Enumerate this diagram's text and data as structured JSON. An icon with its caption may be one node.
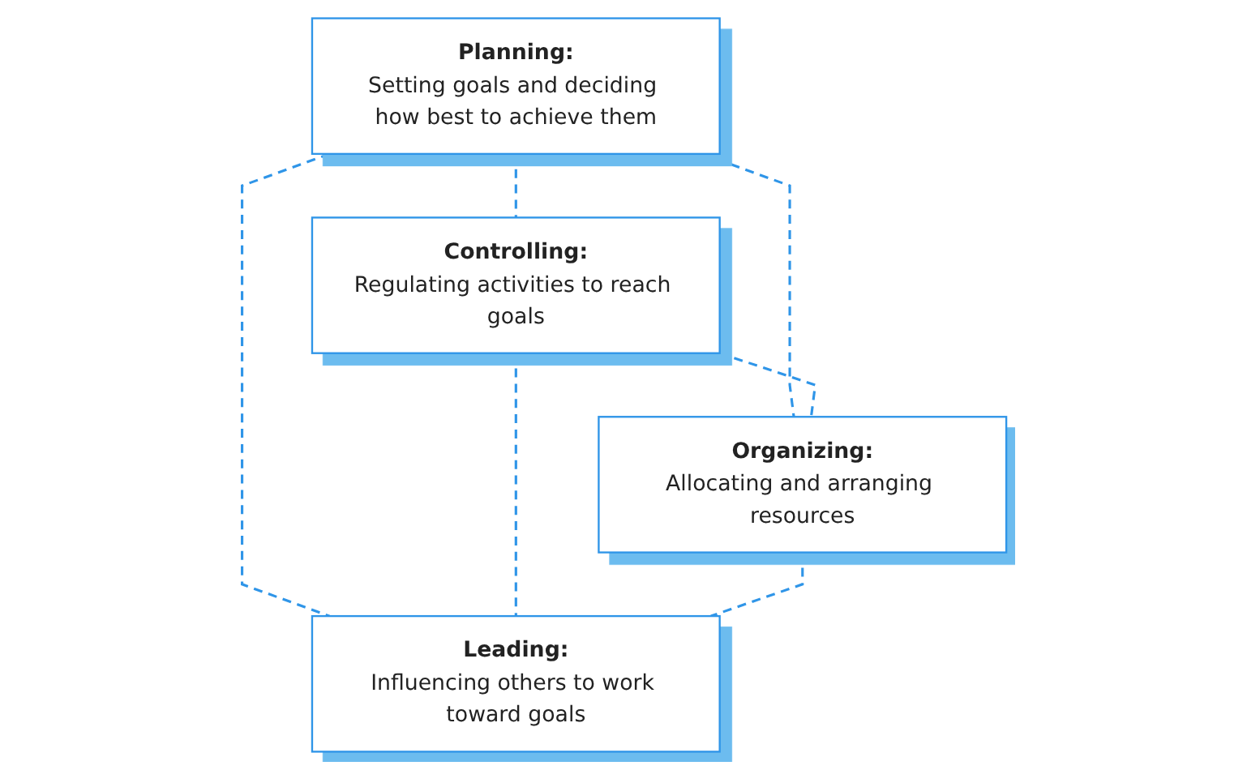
{
  "diagram": {
    "nodes": [
      {
        "text": [
          "Planning:",
          "Setting goals and deciding how best to achieve them"
        ]
      },
      {
        "text": [
          "Controlling:",
          "Regulating activities to reach goals"
        ]
      },
      {
        "text": [
          "Organizing:",
          "Allocating and arranging resources"
        ]
      },
      {
        "text": [
          "Leading:",
          "Influencing others to work toward goals"
        ]
      }
    ],
    "edges": [
      {
        "from": 0,
        "to": 1,
        "arrow": "none",
        "style": "dashed"
      },
      {
        "from": 0,
        "to": 3,
        "arrow": "none",
        "style": "dashed"
      },
      {
        "from": 0,
        "to": 2,
        "arrow": "none",
        "style": "dashed"
      },
      {
        "from": 1,
        "to": 2,
        "arrow": "none",
        "style": "dashed"
      },
      {
        "from": 1,
        "to": 3,
        "arrow": "none",
        "style": "dashed"
      },
      {
        "from": 2,
        "to": 3,
        "arrow": "none",
        "style": "dashed"
      }
    ]
  }
}
